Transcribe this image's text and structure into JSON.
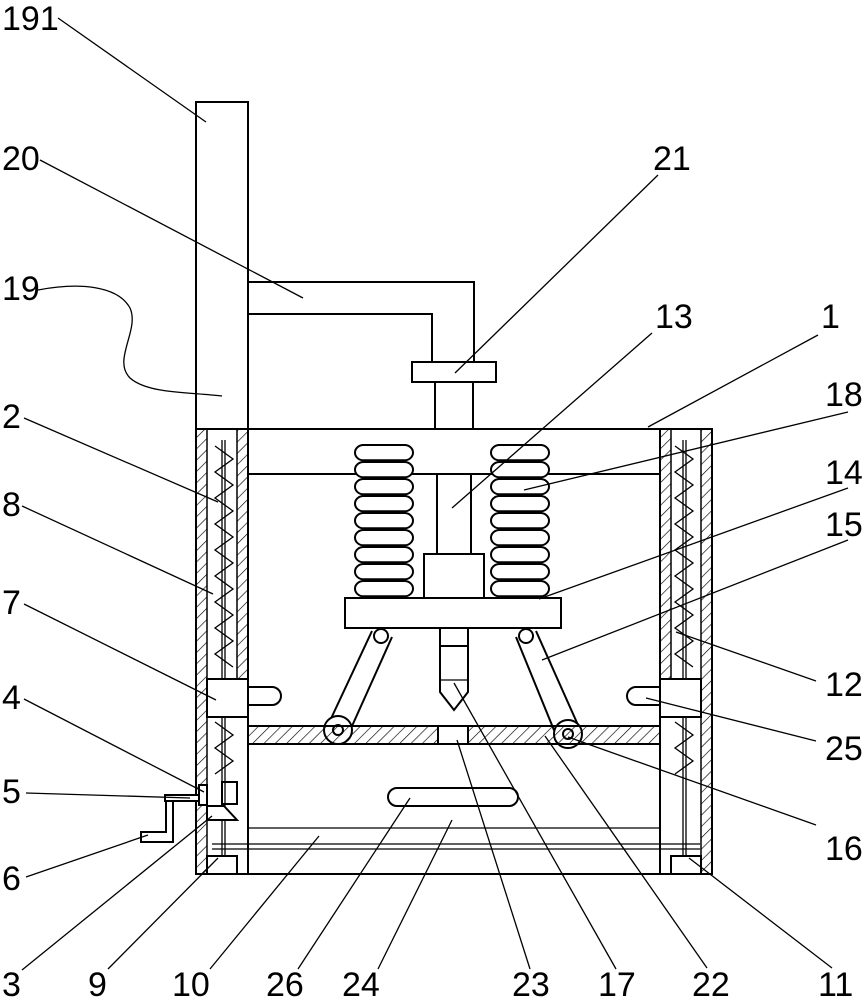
{
  "labels": [
    {
      "id": "part-191",
      "text": "191"
    },
    {
      "id": "part-20",
      "text": "20"
    },
    {
      "id": "part-19",
      "text": "19"
    },
    {
      "id": "part-2",
      "text": "2"
    },
    {
      "id": "part-8",
      "text": "8"
    },
    {
      "id": "part-7",
      "text": "7"
    },
    {
      "id": "part-4",
      "text": "4"
    },
    {
      "id": "part-5",
      "text": "5"
    },
    {
      "id": "part-6",
      "text": "6"
    },
    {
      "id": "part-3",
      "text": "3"
    },
    {
      "id": "part-9",
      "text": "9"
    },
    {
      "id": "part-10",
      "text": "10"
    },
    {
      "id": "part-26",
      "text": "26"
    },
    {
      "id": "part-24",
      "text": "24"
    },
    {
      "id": "part-23",
      "text": "23"
    },
    {
      "id": "part-17",
      "text": "17"
    },
    {
      "id": "part-22",
      "text": "22"
    },
    {
      "id": "part-11",
      "text": "11"
    },
    {
      "id": "part-21",
      "text": "21"
    },
    {
      "id": "part-13",
      "text": "13"
    },
    {
      "id": "part-1",
      "text": "1"
    },
    {
      "id": "part-18",
      "text": "18"
    },
    {
      "id": "part-14",
      "text": "14"
    },
    {
      "id": "part-15",
      "text": "15"
    },
    {
      "id": "part-12",
      "text": "12"
    },
    {
      "id": "part-25",
      "text": "25"
    },
    {
      "id": "part-16",
      "text": "16"
    }
  ]
}
